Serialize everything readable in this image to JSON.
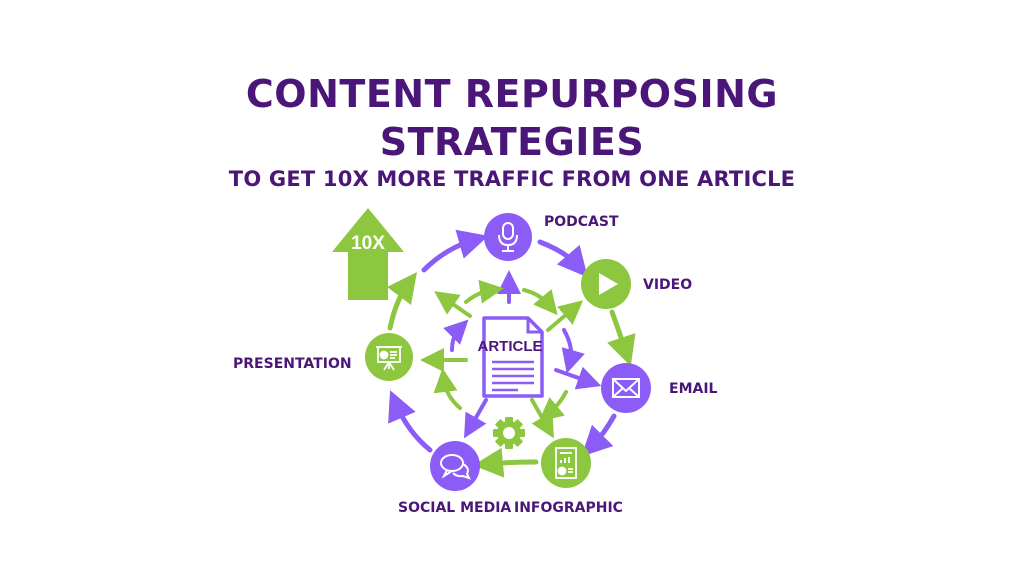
{
  "header": {
    "title_line1": "CONTENT REPURPOSING",
    "title_line2": "STRATEGIES",
    "subtitle": "TO GET 10X MORE TRAFFIC FROM ONE ARTICLE"
  },
  "growth_arrow": {
    "label": "10X",
    "icon": "up-arrow-icon"
  },
  "center": {
    "label": "ARTICLE",
    "icon": "document-icon"
  },
  "hub_icon": "gear-icon",
  "nodes": [
    {
      "id": "podcast",
      "label": "PODCAST",
      "icon": "microphone-icon",
      "color": "#8b5cf6"
    },
    {
      "id": "video",
      "label": "VIDEO",
      "icon": "play-icon",
      "color": "#8dc63f"
    },
    {
      "id": "email",
      "label": "EMAIL",
      "icon": "envelope-icon",
      "color": "#8b5cf6"
    },
    {
      "id": "infographic",
      "label": "INFOGRAPHIC",
      "icon": "infographic-icon",
      "color": "#8dc63f"
    },
    {
      "id": "social-media",
      "label": "SOCIAL MEDIA",
      "icon": "chat-bubbles-icon",
      "color": "#8b5cf6"
    },
    {
      "id": "presentation",
      "label": "PRESENTATION",
      "icon": "presentation-board-icon",
      "color": "#8dc63f"
    }
  ],
  "colors": {
    "purple_dark": "#4a1778",
    "purple": "#8b5cf6",
    "green": "#8dc63f"
  }
}
